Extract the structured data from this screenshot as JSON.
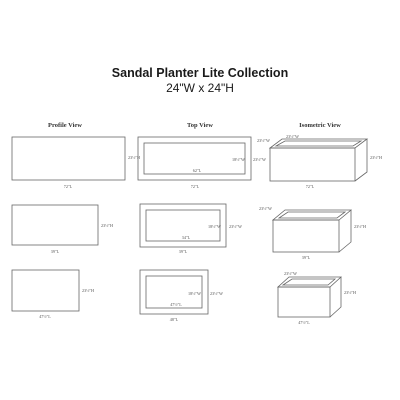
{
  "header": {
    "title": "Sandal Planter Lite Collection",
    "subtitle": "24\"W x 24\"H"
  },
  "columns": {
    "profile": "Profile View",
    "top": "Top View",
    "isometric": "Isometric View"
  },
  "rows": [
    {
      "profile": {
        "width": "72\"L",
        "height": "23½\"H"
      },
      "top": {
        "outer_length": "72\"L",
        "inner_length": "62\"L",
        "inner_width": "18½\"W",
        "outer_width": "23½\"W"
      },
      "isometric": {
        "height": "23½\"H",
        "length": "72\"L",
        "width": "23½\"W",
        "side": "23½\"W"
      }
    },
    {
      "profile": {
        "width": "39\"L",
        "height": "23½\"H"
      },
      "top": {
        "outer_length": "39\"L",
        "inner_length": "34\"L",
        "inner_width": "18½\"W",
        "outer_width": "23½\"W"
      },
      "isometric": {
        "length": "39\"L",
        "width": "23½\"W",
        "height": "23½\"H"
      }
    },
    {
      "profile": {
        "width": "47½\"L",
        "height": "23½\"H"
      },
      "top": {
        "outer_length": "48\"L",
        "inner_length": "47½\"L",
        "inner_width": "18½\"W",
        "outer_width": "23½\"W"
      },
      "isometric": {
        "length": "47½\"L",
        "width": "23½\"W",
        "height": "23½\"H"
      }
    }
  ]
}
